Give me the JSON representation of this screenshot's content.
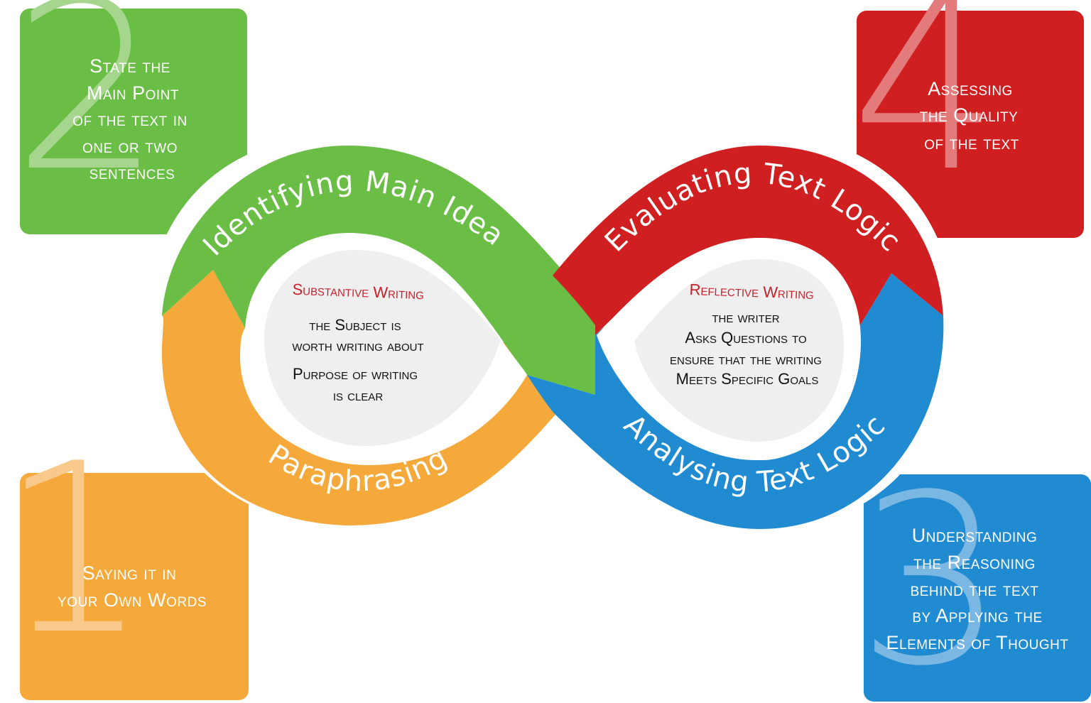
{
  "colors": {
    "green": "#6abd45",
    "red": "#d01f21",
    "orange": "#f6a93b",
    "blue": "#208bd1",
    "center_fill": "#efefef",
    "accent_title": "#c8202a"
  },
  "cards": [
    {
      "id": "card-1",
      "number": "1",
      "color": "orange",
      "lines": [
        "Saying it in",
        "your Own Words"
      ]
    },
    {
      "id": "card-2",
      "number": "2",
      "color": "green",
      "lines": [
        "State the",
        "Main Point",
        "of the text in",
        "one or two",
        "sentences"
      ]
    },
    {
      "id": "card-3",
      "number": "3",
      "color": "blue",
      "lines": [
        "Understanding",
        "the Reasoning",
        "behind the text",
        "by Applying the",
        "Elements of Thought"
      ]
    },
    {
      "id": "card-4",
      "number": "4",
      "color": "red",
      "lines": [
        "Assessing",
        "the Quality",
        "of the text"
      ]
    }
  ],
  "bands": {
    "identifying": "Identifying Main Idea",
    "paraphrasing": "Paraphrasing",
    "evaluating": "Evaluating Text Logic",
    "analysing": "Analysing Text Logic"
  },
  "centers": {
    "left": {
      "title": "Substantive Writing",
      "lines": [
        "the Subject is",
        "worth writing about",
        "Purpose of writing",
        "is clear"
      ]
    },
    "right": {
      "title": "Reflective Writing",
      "lines": [
        "the writer",
        "Asks Questions to",
        "ensure that the writing",
        "Meets Specific Goals"
      ]
    }
  }
}
